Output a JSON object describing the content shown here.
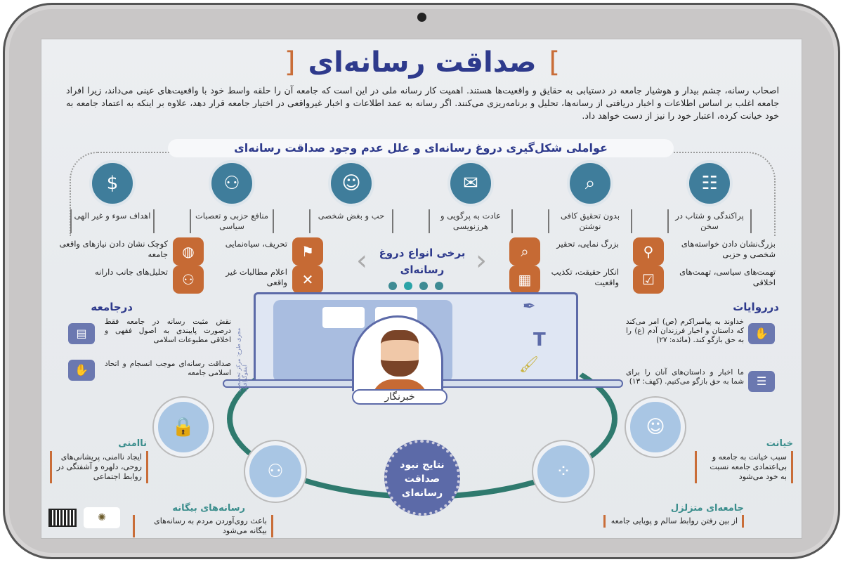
{
  "title": "صداقت رسانه‌ای",
  "intro": "اصحاب رسانه، چشم بیدار و هوشیار جامعه در دستیابی به حقایق و واقعیت‌ها هستند. اهمیت کار رسانه ملی در این است که جامعه آن را حلقه واسط خود با واقعیت‌های عینی می‌داند، زیرا افراد جامعه اغلب بر اساس اطلاعات و اخبار دریافتی از رسانه‌ها، تحلیل و برنامه‌ریزی می‌کنند. اگر رسانه به عمد اطلاعات و اخبار غیرواقعی در اختیار جامعه قرار دهد، علاوه بر اینکه به اعتماد جامعه به خود خیانت کرده، اعتبار خود را نیز از دست خواهد داد.",
  "factors": {
    "heading": "عواملی شکل‌گیری دروغ رسانه‌ای و علل عدم وجود صداقت رسانه‌ای",
    "items": [
      {
        "label": "پراکندگی و شتاب در سخن",
        "icon": "chat-people-icon"
      },
      {
        "label": "بدون تحقیق کافی نوشتن",
        "icon": "documents-search-icon"
      },
      {
        "label": "عادت به پرگویی و هرزنویسی",
        "icon": "speech-bubble-icon"
      },
      {
        "label": "حب و بغض شخصی",
        "icon": "person-broadcast-icon"
      },
      {
        "label": "منافع حزبی و تعصبات سیاسی",
        "icon": "group-icon"
      },
      {
        "label": "اهداف سوء و غیر الهی",
        "icon": "money-network-icon"
      }
    ]
  },
  "lies": {
    "heading": "برخی انواع دروغ رسانه‌ای",
    "items": [
      {
        "label": "بزرگ‌نشان دادن خواسته‌های شخصی و حزبی",
        "icon": "magnifier-person-icon"
      },
      {
        "label": "تهمت‌های سیاسی، تهمت‌های اخلاقی",
        "icon": "checklist-magnifier-icon"
      },
      {
        "label": "بزرگ نمایی، تحقیر",
        "icon": "magnify-chart-icon"
      },
      {
        "label": "انکار حقیقت، تکذیب واقعیت",
        "icon": "presentation-icon"
      },
      {
        "label": "تحریف، سیاه‌نمایی",
        "icon": "audience-chart-icon"
      },
      {
        "label": "اعلام مطالبات غیر واقعی",
        "icon": "strategy-board-icon"
      },
      {
        "label": "کوچک نشان دادن نیازهای واقعی جامعه",
        "icon": "hands-globe-icon"
      },
      {
        "label": "تحلیل‌های جانب دارانه",
        "icon": "people-talking-icon"
      }
    ]
  },
  "society": {
    "heading": "درجامعه",
    "items": [
      "نقش مثبت رسانه در جامعه فقط درصورت پایبندی به اصول فقهی و اخلاقی مطبوعات اسلامی",
      "صداقت رسانه‌ای موجب انسجام و اتحاد اسلامی جامعه"
    ]
  },
  "narrations": {
    "heading": "درروایات",
    "items": [
      "خداوند به پیامبراکرم (ص) امر می‌کند که داستان و اخبار فرزندان آدم (ع) را به حق بازگو کند. (مائده: ۲۷)",
      "ما اخبار و داستان‌های آنان را برای شما به حق بازگو می‌کنیم. (کهف: ۱۳)"
    ]
  },
  "journalist": "خبرنگار",
  "side_credit": "مجری طرح: مرکز تخصصی اینفوگرافیک",
  "results": {
    "heading": "نتایج نبود صداقت رسانه‌ای",
    "items": [
      {
        "title": "ناامنی",
        "text": "ایجاد ناامنی، پریشانی‌های روحی، دلهره و آشفتگی در روابط اجتماعی"
      },
      {
        "title": "رسانه‌های بیگانه",
        "text": "باعث روی‌آوردن مردم به رسانه‌های بیگانه می‌شود"
      },
      {
        "title": "خیانت",
        "text": "سبب خیانت به جامعه و بی‌اعتمادی جامعه نسبت به خود می‌شود"
      },
      {
        "title": "جامعه‌ای متزلزل",
        "text": "از بین رفتن روابط سالم و پویایی جامعه"
      }
    ]
  },
  "colors": {
    "title": "#2e3a8c",
    "accent": "#c66a34",
    "teal": "#3f7d9b",
    "frame": "#c9c7c7"
  }
}
